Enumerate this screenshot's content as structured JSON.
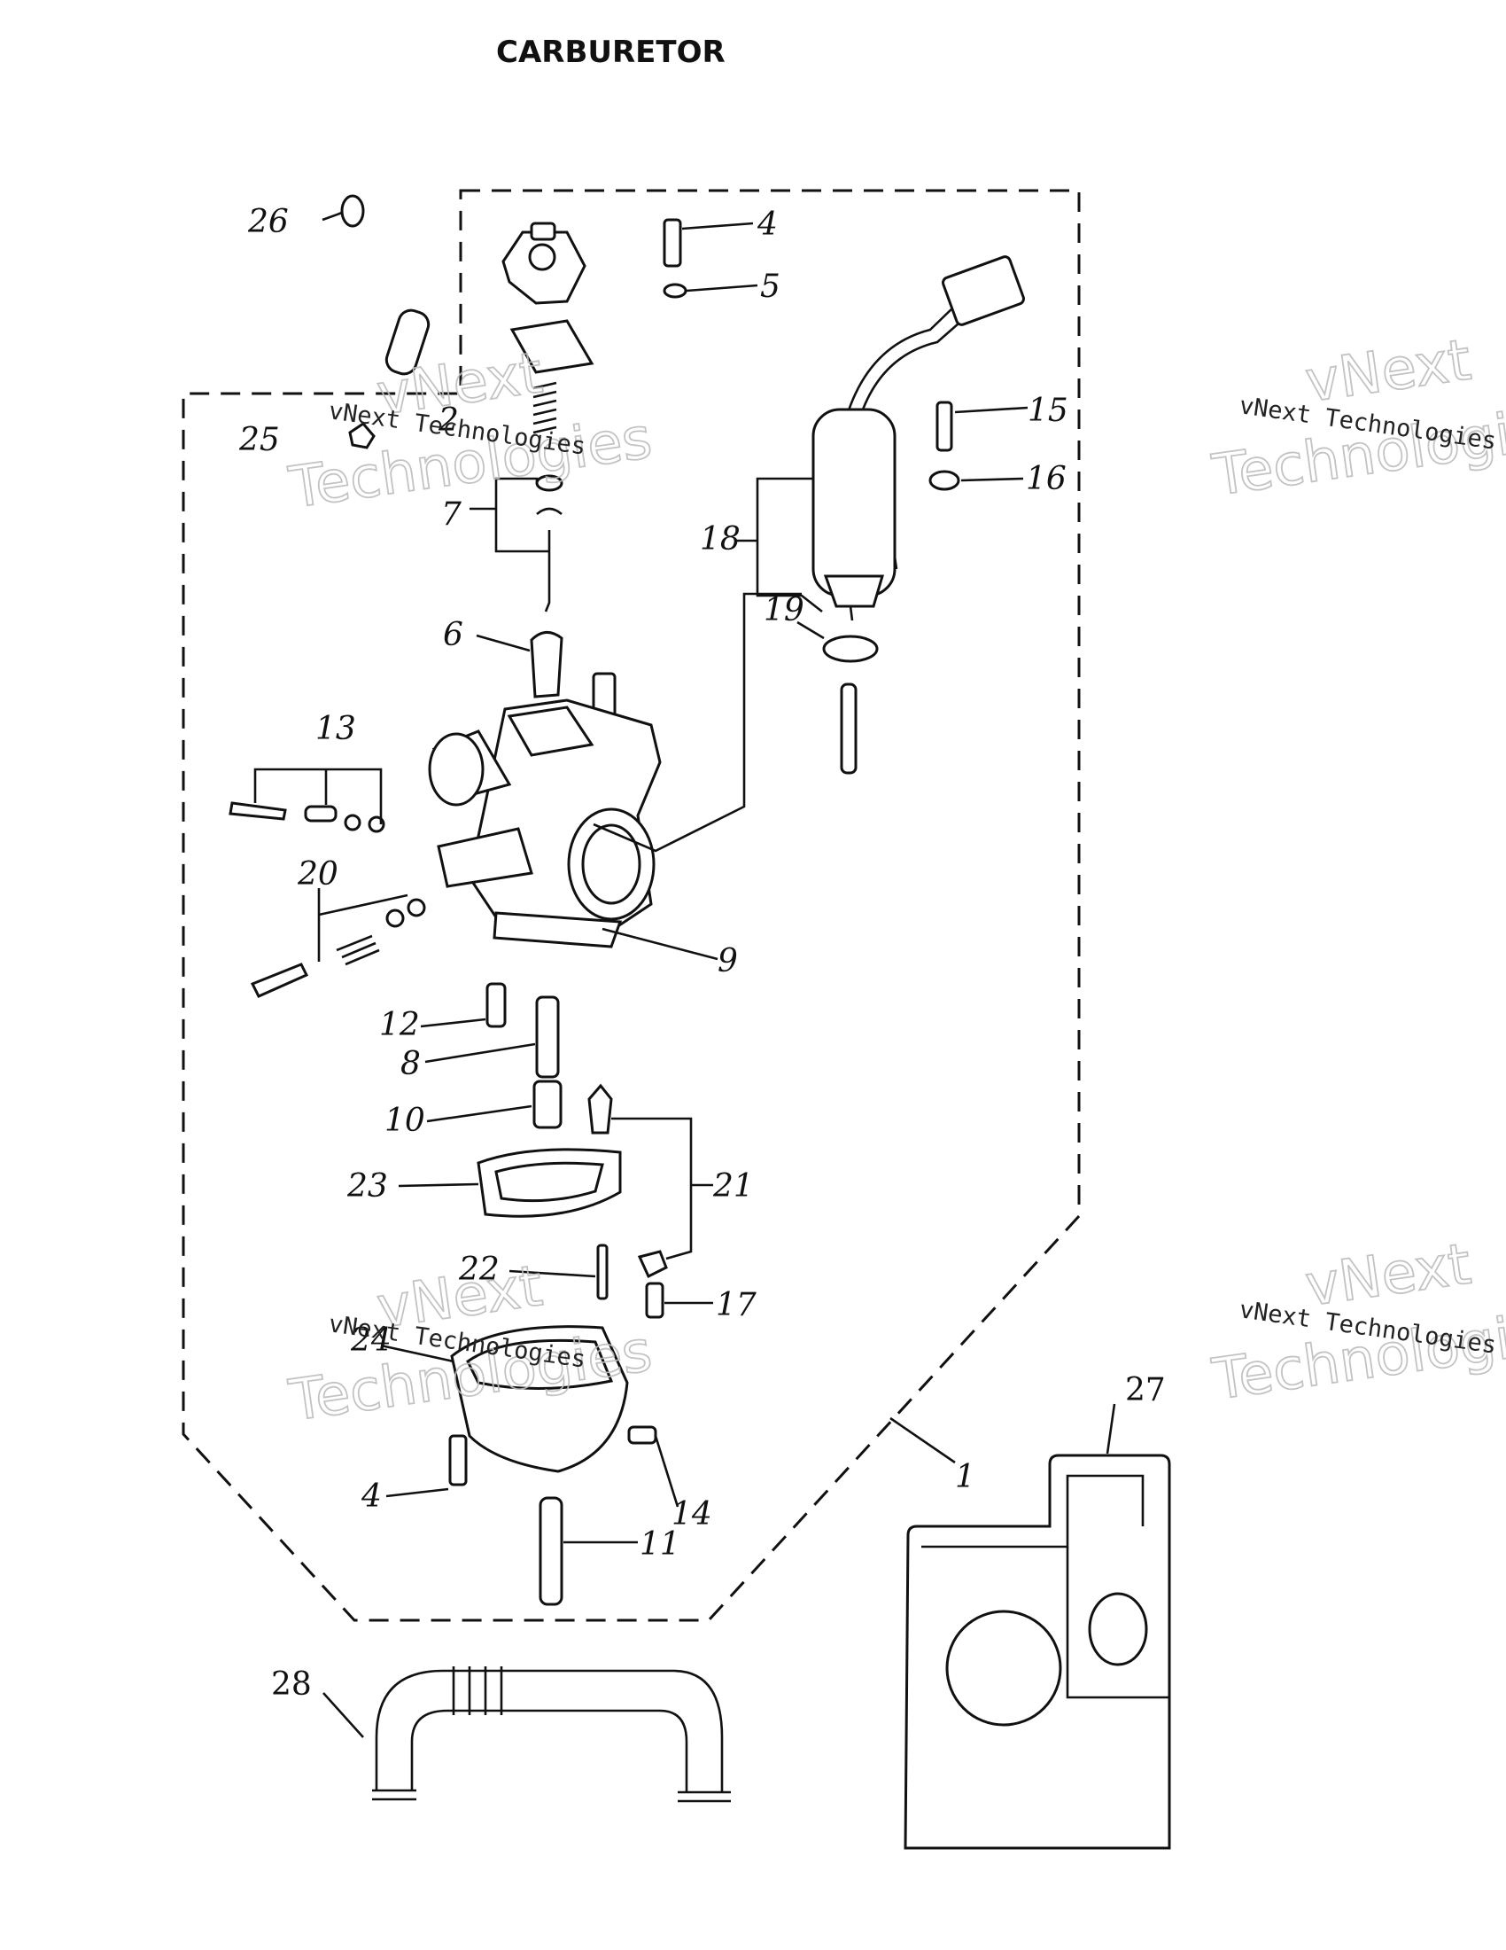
{
  "title": "CARBURETOR",
  "callouts": {
    "c1": "1",
    "c2": "2",
    "c4a": "4",
    "c4b": "4",
    "c5": "5",
    "c6": "6",
    "c7": "7",
    "c8": "8",
    "c9": "9",
    "c10": "10",
    "c11": "11",
    "c12": "12",
    "c13": "13",
    "c14": "14",
    "c15": "15",
    "c16": "16",
    "c17": "17",
    "c18": "18",
    "c19": "19",
    "c20": "20",
    "c21": "21",
    "c22": "22",
    "c23": "23",
    "c24": "24",
    "c25": "25",
    "c26": "26",
    "c27": "27",
    "c28": "28"
  },
  "watermark": {
    "line1": "vNext Technologies",
    "big1": "vNext",
    "big2": "Technologies"
  }
}
